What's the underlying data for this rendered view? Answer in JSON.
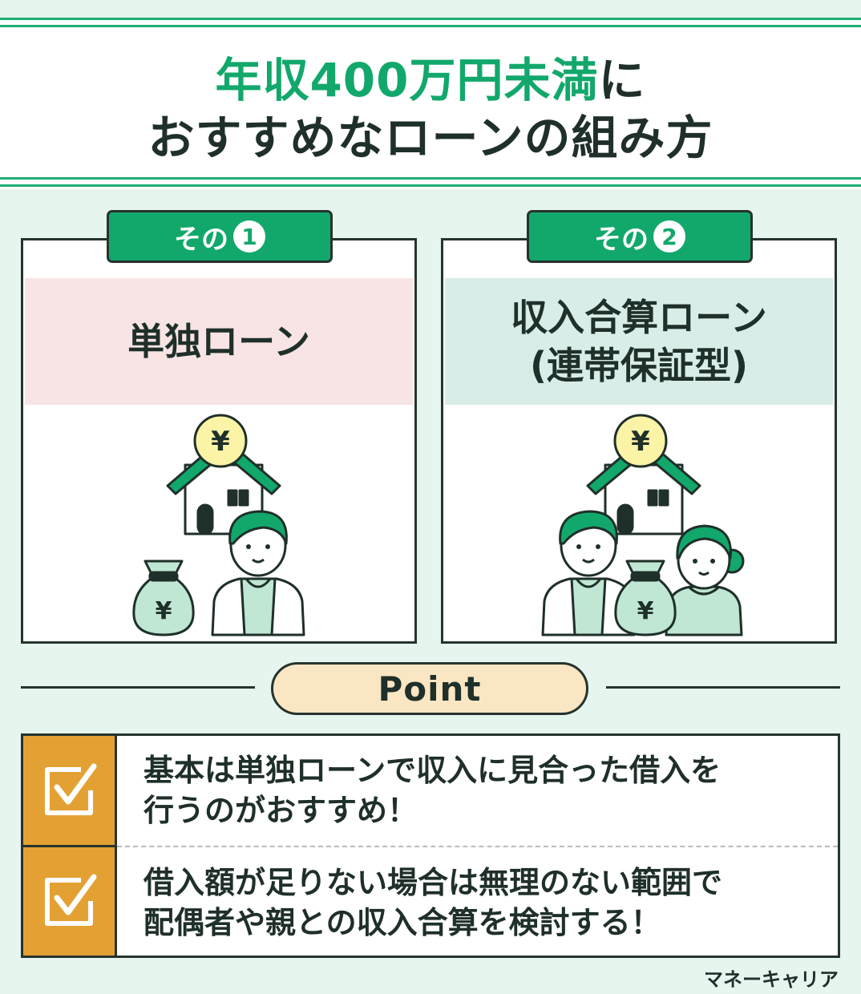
{
  "title": {
    "line1_accent": "年収400万円未満",
    "line1_rest": "に",
    "line2": "おすすめなローンの組み方"
  },
  "options": [
    {
      "tab_prefix": "その",
      "tab_num": "1",
      "band_lines": [
        "単独ローン"
      ]
    },
    {
      "tab_prefix": "その",
      "tab_num": "2",
      "band_lines": [
        "収入合算ローン",
        "(連帯保証型)"
      ]
    }
  ],
  "illustration": {
    "yen_symbol": "¥"
  },
  "point": {
    "label": "Point",
    "items": [
      {
        "lines": [
          "基本は単独ローンで収入に見合った借入を",
          "行うのがおすすめ！"
        ]
      },
      {
        "lines": [
          "借入額が足りない場合は無理のない範囲で",
          "配偶者や親との収入合算を検討する！"
        ]
      }
    ]
  },
  "brand": "マネーキャリア",
  "colors": {
    "accent_green": "#12a86b",
    "pink_band": "#f8e4e4",
    "teal_band": "#d8ece8",
    "check_orange": "#e4a133",
    "point_pill": "#fae6c3",
    "background": "#e6f5ee"
  }
}
